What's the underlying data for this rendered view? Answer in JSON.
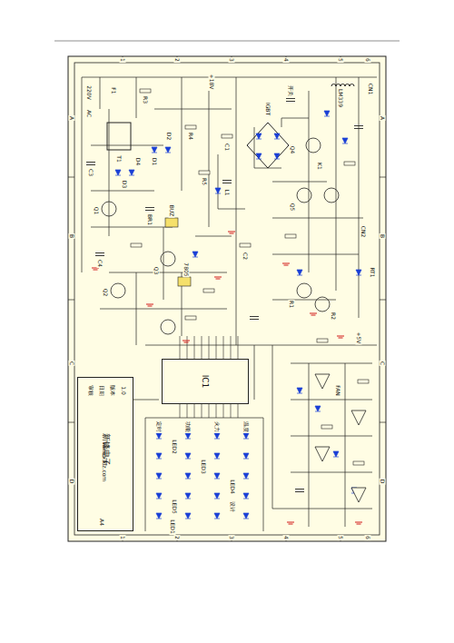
{
  "diagram": {
    "nodes": [
      {
        "text": [
          "IC1"
        ]
      },
      {
        "text": [
          "新锋电子",
          "www.xfdz.com"
        ]
      }
    ],
    "labels": [
      "1",
      "2",
      "3",
      "4",
      "5",
      "6",
      "A",
      "B",
      "C",
      "D",
      "1",
      "2",
      "3",
      "4",
      "5",
      "6",
      "A",
      "B",
      "C",
      "D",
      "220V",
      "AC",
      "F1",
      "T1",
      "D1",
      "D2",
      "D3",
      "D4",
      "Q1",
      "Q2",
      "Q3",
      "Q4",
      "Q5",
      "R1",
      "R2",
      "R3",
      "R4",
      "R5",
      "C1",
      "C2",
      "C3",
      "C4",
      "BR1",
      "L1",
      "IGBT",
      "LM339",
      "K1",
      "FAN",
      "BUZ",
      "7805",
      "+5V",
      "+18V",
      "CN1",
      "CN2",
      "RT1",
      "开关",
      "定时",
      "功能",
      "火力",
      "温度",
      "LED1",
      "LED2",
      "LED3",
      "LED4",
      "LED5",
      "设计",
      "审核",
      "日期",
      "版本",
      "1.0",
      "A4"
    ]
  }
}
